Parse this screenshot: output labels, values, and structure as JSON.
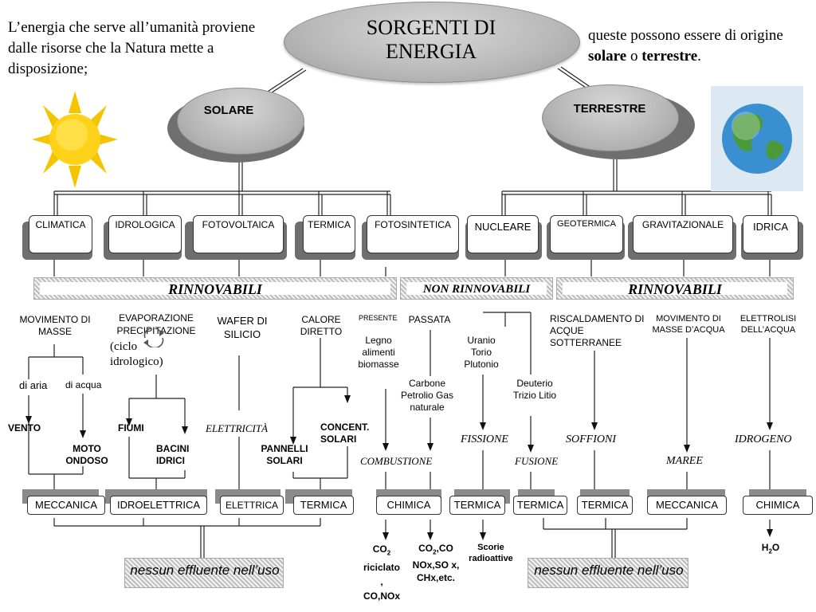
{
  "intro": {
    "left": "L’energia che serve all’umanità proviene dalle risorse che la Natura mette a disposizione;",
    "right_1": "queste possono essere di origine ",
    "right_solare": "solare",
    "right_o": " o ",
    "right_terrestre": "terrestre",
    "right_end": "."
  },
  "main_title": {
    "line1": "SORGENTI DI",
    "line2": "ENERGIA"
  },
  "origins": {
    "solare": "SOLARE",
    "terrestre": "TERRESTRE"
  },
  "categories": [
    "CLIMATICA",
    "IDROLOGICA",
    "FOTOVOLTAICA",
    "TERMICA",
    "FOTOSINTETICA",
    "NUCLEARE",
    "GEOTERMICA",
    "GRAVITAZIONALE",
    "IDRICA"
  ],
  "bands": {
    "left": "RINNOVABILI",
    "middle": "NON RINNOVABILI",
    "right": "RINNOVABILI"
  },
  "labels": {
    "movimento_masse": "MOVIMENTO DI MASSE",
    "evaporazione": "EVAPORAZIONE",
    "precipitazione": "PRECIPITAZIONE",
    "ciclo": "(ciclo idrologico)",
    "wafer": "WAFER DI SILICIO",
    "calore_diretto": "CALORE DIRETTO",
    "presente": "PRESENTE",
    "passata": "PASSATA",
    "uranio": "Uranio Torio Plutonio",
    "riscaldamento": "RISCALDAMENTO DI ACQUE SOTTERRANEE",
    "movimento_acqua": "MOVIMENTO DI MASSE D’ACQUA",
    "elettrolisi": "ELETTROLISI DELL’ACQUA",
    "di_aria": "di aria",
    "di_acqua": "di acqua",
    "legno": "Legno alimenti biomasse",
    "carbone": "Carbone Petrolio Gas naturale",
    "deuterio": "Deuterio Trizio Litio",
    "vento": "VENTO",
    "moto_ondoso": "MOTO ONDOSO",
    "fiumi": "FIUMI",
    "bacini_idrici": "BACINI IDRICI",
    "elettricita": "ELETTRICITÀ",
    "pannelli_solari": "PANNELLI SOLARI",
    "concent_solari": "CONCENT. SOLARI",
    "fissione": "FISSIONE",
    "soffioni": "SOFFIONI",
    "idrogeno": "IDROGENO",
    "combustione": "COMBUSTIONE",
    "fusione": "FUSIONE",
    "maree": "MAREE"
  },
  "outputs": [
    "MECCANICA",
    "IDROELETTRICA",
    "ELETTRICA",
    "TERMICA",
    "CHIMICA",
    "TERMICA",
    "TERMICA",
    "TERMICA",
    "MECCANICA",
    "CHIMICA"
  ],
  "effluents": {
    "co2_riciclato": "CO2 riciclato , CO,NOx",
    "co2_co": "CO2,CO NOx,SO x, CHx,etc.",
    "scorie": "Scorie radioattive",
    "h2o": "H2O",
    "nessun_left": "nessun effluente nell’uso",
    "nessun_right": "nessun effluente nell’uso"
  },
  "colors": {
    "sun": "#f5c400",
    "sun_center": "#ffd21a",
    "earth_ocean": "#3a8fd0",
    "earth_land": "#4a9a3a"
  },
  "icons": [
    "sun-icon",
    "globe-icon",
    "cycle-icon"
  ]
}
